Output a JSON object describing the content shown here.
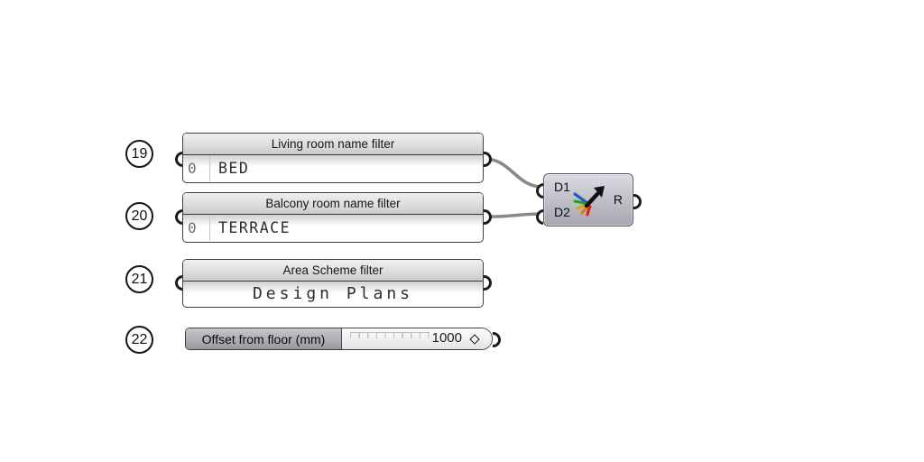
{
  "badges": [
    {
      "label": "19"
    },
    {
      "label": "20"
    },
    {
      "label": "21"
    },
    {
      "label": "22"
    }
  ],
  "panels": [
    {
      "title": "Living room name filter",
      "row_index": "0",
      "value": "BED"
    },
    {
      "title": "Balcony room name filter",
      "row_index": "0",
      "value": "TERRACE"
    },
    {
      "title": "Area Scheme filter",
      "value": "Design Plans"
    }
  ],
  "slider": {
    "label": "Offset from floor (mm)",
    "value": "1000"
  },
  "merge": {
    "input1": "D1",
    "input2": "D2",
    "output": "R"
  },
  "colors": {
    "wire": "#898989",
    "icon_black": "#111111",
    "icon_blue": "#2153c4",
    "icon_green": "#1f9e2c",
    "icon_yellow": "#d9a607",
    "icon_orange": "#e87505",
    "icon_red": "#d4231a"
  }
}
